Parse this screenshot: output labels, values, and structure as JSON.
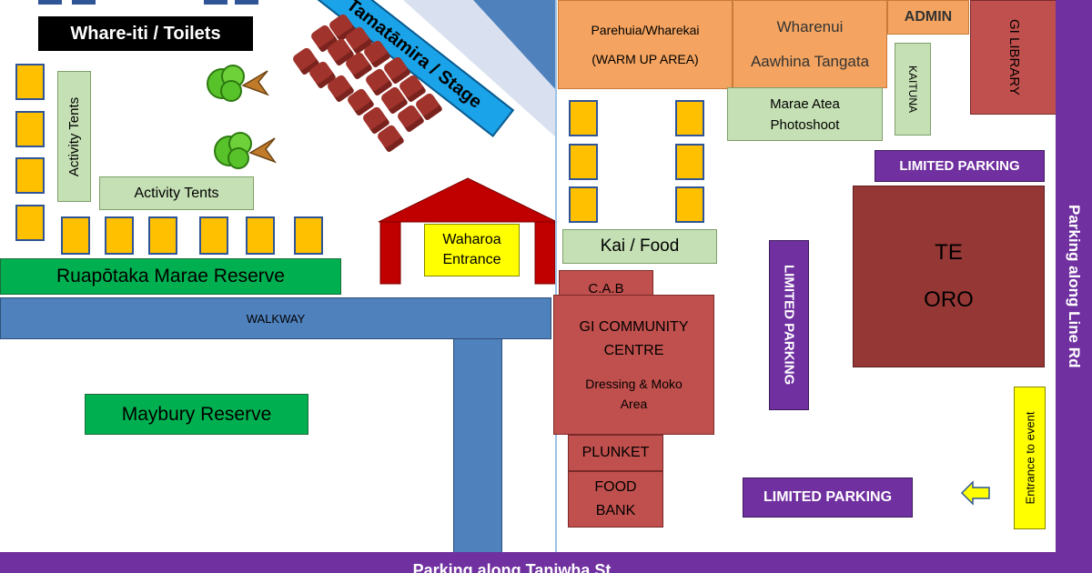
{
  "map": {
    "toilets": "Whare-iti / Toilets",
    "stage": "Tamatāmira / Stage",
    "activity_tents_vertical": "Activity Tents",
    "activity_tents_horizontal": "Activity Tents",
    "marae_reserve": "Ruapōtaka Marae Reserve",
    "walkway": "WALKWAY",
    "maybury_reserve": "Maybury Reserve",
    "waharoa": [
      "Waharoa",
      "Entrance"
    ],
    "parehuia": [
      "Parehuia/Wharekai",
      "(WARM UP AREA)"
    ],
    "wharenui": [
      "Wharenui",
      "Aawhina Tangata"
    ],
    "admin": "ADMIN",
    "library": "GI LIBRARY",
    "kaituna": "KAITUNA",
    "marae_atea": [
      "Marae Atea",
      "Photoshoot"
    ],
    "limited_parking_top": "LIMITED PARKING",
    "limited_parking_vertical": "LIMITED PARKING",
    "limited_parking_bottom": "LIMITED PARKING",
    "te_oro": [
      "TE",
      "ORO"
    ],
    "kai_food": "Kai / Food",
    "cab": "C.A.B",
    "community_centre": [
      "GI COMMUNITY",
      "CENTRE"
    ],
    "dressing": [
      "Dressing & Moko",
      "Area"
    ],
    "plunket": "PLUNKET",
    "food_bank": [
      "FOOD",
      "BANK"
    ],
    "entrance_to_event": "Entrance to event",
    "parking_line_rd": "Parking along Line Rd",
    "parking_taniwha": "Parking along Taniwha St"
  },
  "colors": {
    "stall_fill": "#ffc000",
    "stall_border": "#2f5597",
    "green_box": "#00b050",
    "pale_green": "#c5e0b4",
    "orange": "#f4a460",
    "brick": "#c0504d",
    "maroon": "#953735",
    "purple": "#7030a0",
    "walkway_blue": "#4f81bd",
    "stage_blue": "#1aa3e8",
    "waharoa_red": "#c00000",
    "yellow": "#ffff00"
  }
}
